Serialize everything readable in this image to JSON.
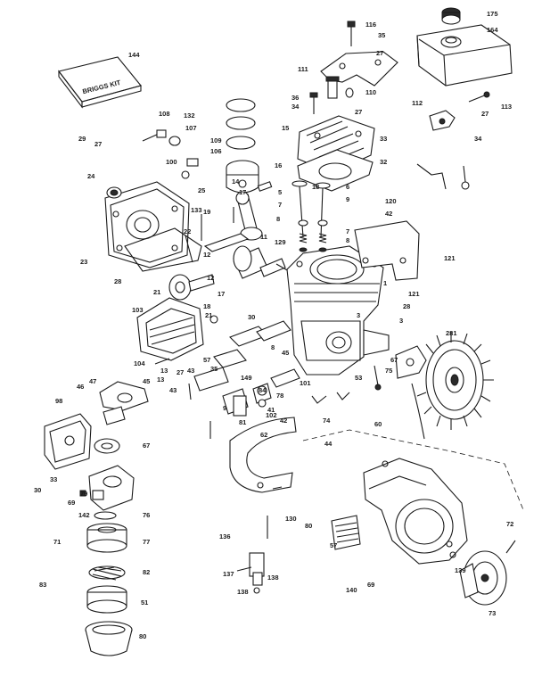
{
  "figure": {
    "labels": [
      "144",
      "175",
      "164",
      "35",
      "116",
      "27",
      "111",
      "110",
      "112",
      "113",
      "27",
      "34",
      "27",
      "36",
      "34",
      "108",
      "132",
      "107",
      "15",
      "29",
      "27",
      "24",
      "109",
      "106",
      "100",
      "25",
      "33",
      "32",
      "14",
      "17",
      "16",
      "5",
      "18",
      "6",
      "120",
      "42",
      "7",
      "7",
      "8",
      "8",
      "9",
      "133",
      "23",
      "19",
      "22",
      "121",
      "11",
      "12",
      "129",
      "28",
      "21",
      "17",
      "1",
      "121",
      "12",
      "18",
      "103",
      "30",
      "21",
      "8",
      "3",
      "28",
      "3",
      "281",
      "104",
      "13",
      "13",
      "27",
      "57",
      "47",
      "46",
      "98",
      "45",
      "43",
      "43",
      "45",
      "9",
      "35",
      "84",
      "41",
      "78",
      "81",
      "42",
      "149",
      "102",
      "101",
      "60",
      "74",
      "62",
      "44",
      "53",
      "67",
      "75",
      "30",
      "67",
      "33",
      "79",
      "69",
      "142",
      "76",
      "71",
      "77",
      "82",
      "83",
      "51",
      "80",
      "138",
      "130",
      "57",
      "136",
      "137",
      "138",
      "139",
      "72",
      "73",
      "140",
      "69",
      "80",
      "89"
    ],
    "brand_label": "BRIGGS KIT"
  }
}
